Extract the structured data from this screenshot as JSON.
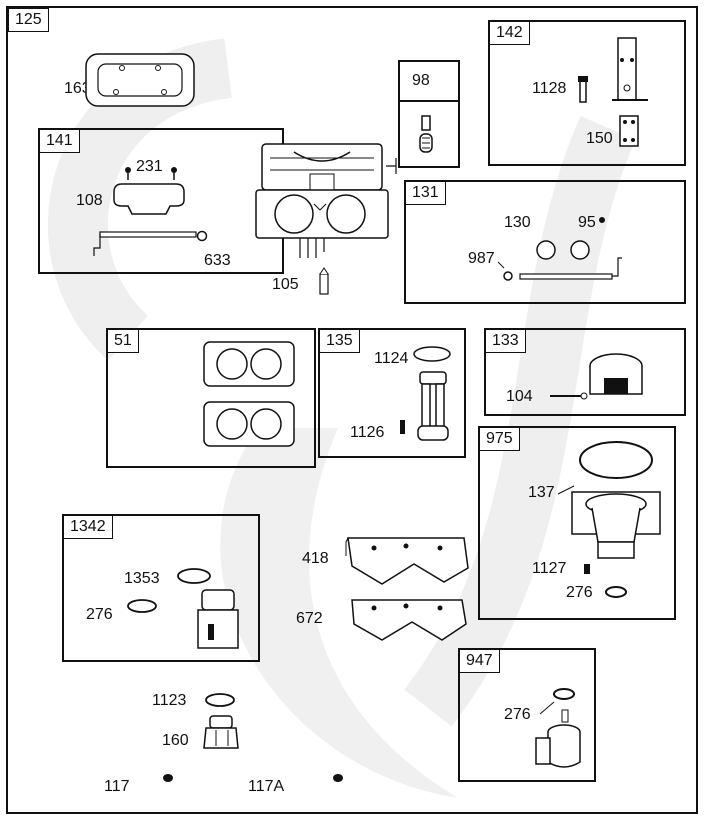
{
  "diagram": {
    "main_id": "125",
    "groups": [
      {
        "id": "141",
        "parts": [
          "231",
          "108",
          "633"
        ]
      },
      {
        "id": "98",
        "parts": []
      },
      {
        "id": "142",
        "parts": [
          "1128",
          "150"
        ]
      },
      {
        "id": "131",
        "parts": [
          "130",
          "95",
          "987"
        ]
      },
      {
        "id": "51",
        "parts": []
      },
      {
        "id": "135",
        "parts": [
          "1124",
          "1126"
        ]
      },
      {
        "id": "133",
        "parts": [
          "104"
        ]
      },
      {
        "id": "975",
        "parts": [
          "137",
          "1127",
          "276"
        ]
      },
      {
        "id": "1342",
        "parts": [
          "1353",
          "276"
        ]
      },
      {
        "id": "947",
        "parts": [
          "276"
        ]
      }
    ],
    "loose_parts": [
      "163",
      "105",
      "418",
      "672",
      "1123",
      "160",
      "117",
      "117A"
    ]
  }
}
